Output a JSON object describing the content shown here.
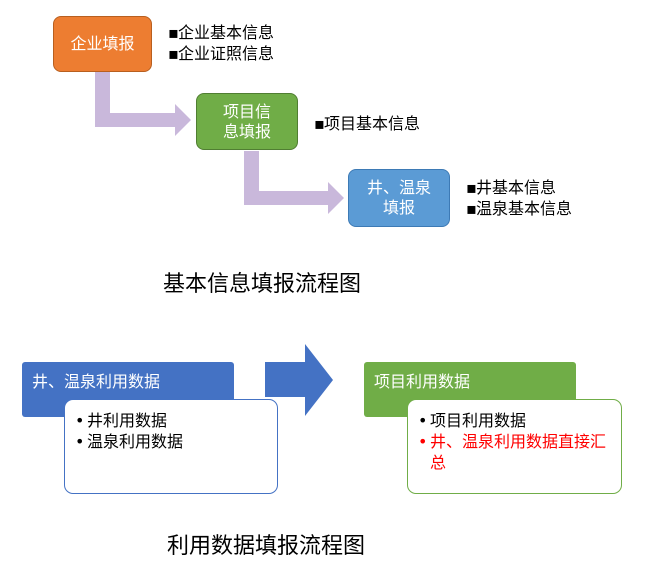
{
  "flow1": {
    "step1": {
      "label": "企业填报",
      "items": [
        "企业基本信息",
        "企业证照信息"
      ],
      "color": "#ED7D31"
    },
    "step2": {
      "label": "项目信\n息填报",
      "items": [
        "项目基本信息"
      ],
      "color": "#70AD47"
    },
    "step3": {
      "label": "井、温泉\n填报",
      "items": [
        "井基本信息",
        "温泉基本信息"
      ],
      "color": "#5B9BD5"
    },
    "connector_color": "#C9B8DB",
    "caption": "基本信息填报流程图"
  },
  "flow2": {
    "left": {
      "title": "井、温泉利用数据",
      "items": [
        "井利用数据",
        "温泉利用数据"
      ],
      "color": "#4472C4"
    },
    "right": {
      "title": "项目利用数据",
      "items": [
        "项目利用数据",
        "井、温泉利用数据直接汇总"
      ],
      "highlight_color": "#FF0000",
      "color": "#70AD47"
    },
    "arrow_color": "#4472C4",
    "caption": "利用数据填报流程图"
  },
  "bullet_char": "▪",
  "bullet_round": "•"
}
